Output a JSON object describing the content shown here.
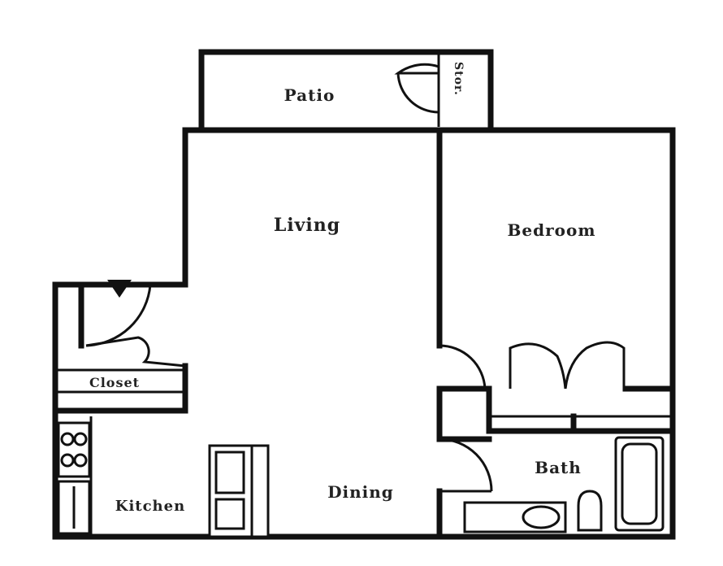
{
  "floor_plan": {
    "rooms": {
      "patio": "Patio",
      "storage": "Stor.",
      "living": "Living",
      "bedroom": "Bedroom",
      "closet": "Closet",
      "bath": "Bath",
      "kitchen": "Kitchen",
      "dining": "Dining"
    },
    "colors": {
      "wall": "#111111",
      "background": "#ffffff"
    }
  }
}
